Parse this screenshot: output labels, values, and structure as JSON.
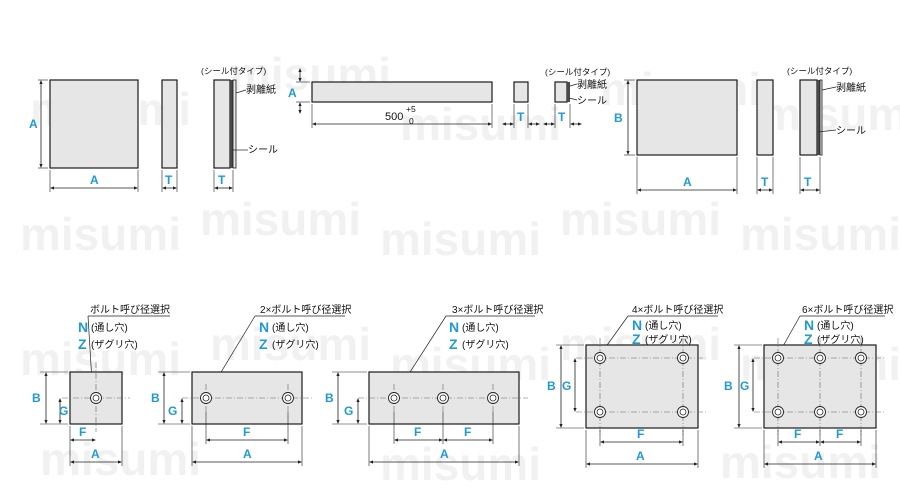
{
  "watermark": "misumi",
  "labels": {
    "A": "A",
    "B": "B",
    "T": "T",
    "F": "F",
    "G": "G",
    "seal_type": "(シール付タイプ)",
    "release_paper": "剥離紙",
    "seal": "シール",
    "length_500": "500",
    "tol_upper": "+5",
    "tol_lower": "0"
  },
  "bolt_notes": {
    "single": "ボルト呼び径選択",
    "two": "2×ボルト呼び径選択",
    "three": "3×ボルト呼び径選択",
    "four": "4×ボルト呼び径選択",
    "six": "6×ボルト呼び径選択",
    "n_code": "N",
    "n_text": "(通し穴)",
    "z_code": "Z",
    "z_text": "(ザグリ穴)"
  },
  "colors": {
    "dimension_blue": "#1e9ad6",
    "plate_fill": "#e6e6e6",
    "seal_dark": "#4a4a4a"
  }
}
